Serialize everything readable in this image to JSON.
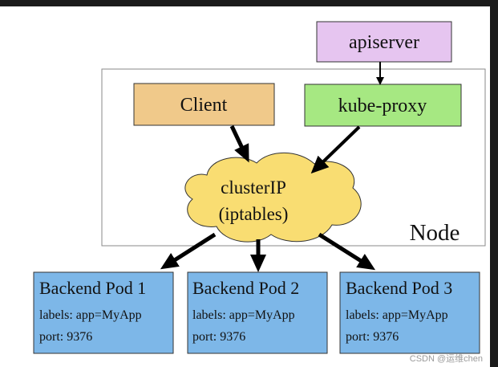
{
  "diagram": {
    "apiserver": {
      "label": "apiserver",
      "color": "#e6c5f0"
    },
    "client": {
      "label": "Client",
      "color": "#f0c98a"
    },
    "kube_proxy": {
      "label": "kube-proxy",
      "color": "#a6e882"
    },
    "cluster_ip": {
      "line1": "clusterIP",
      "line2": "(iptables)",
      "color": "#f9dd72"
    },
    "node": {
      "label": "Node"
    },
    "pods": [
      {
        "title": "Backend Pod 1",
        "labels": "labels: app=MyApp",
        "port": "port: 9376"
      },
      {
        "title": "Backend Pod 2",
        "labels": "labels: app=MyApp",
        "port": "port: 9376"
      },
      {
        "title": "Backend Pod 3",
        "labels": "labels: app=MyApp",
        "port": "port: 9376"
      }
    ],
    "pod_color": "#7db7e8"
  },
  "watermark": "CSDN @运维chen"
}
